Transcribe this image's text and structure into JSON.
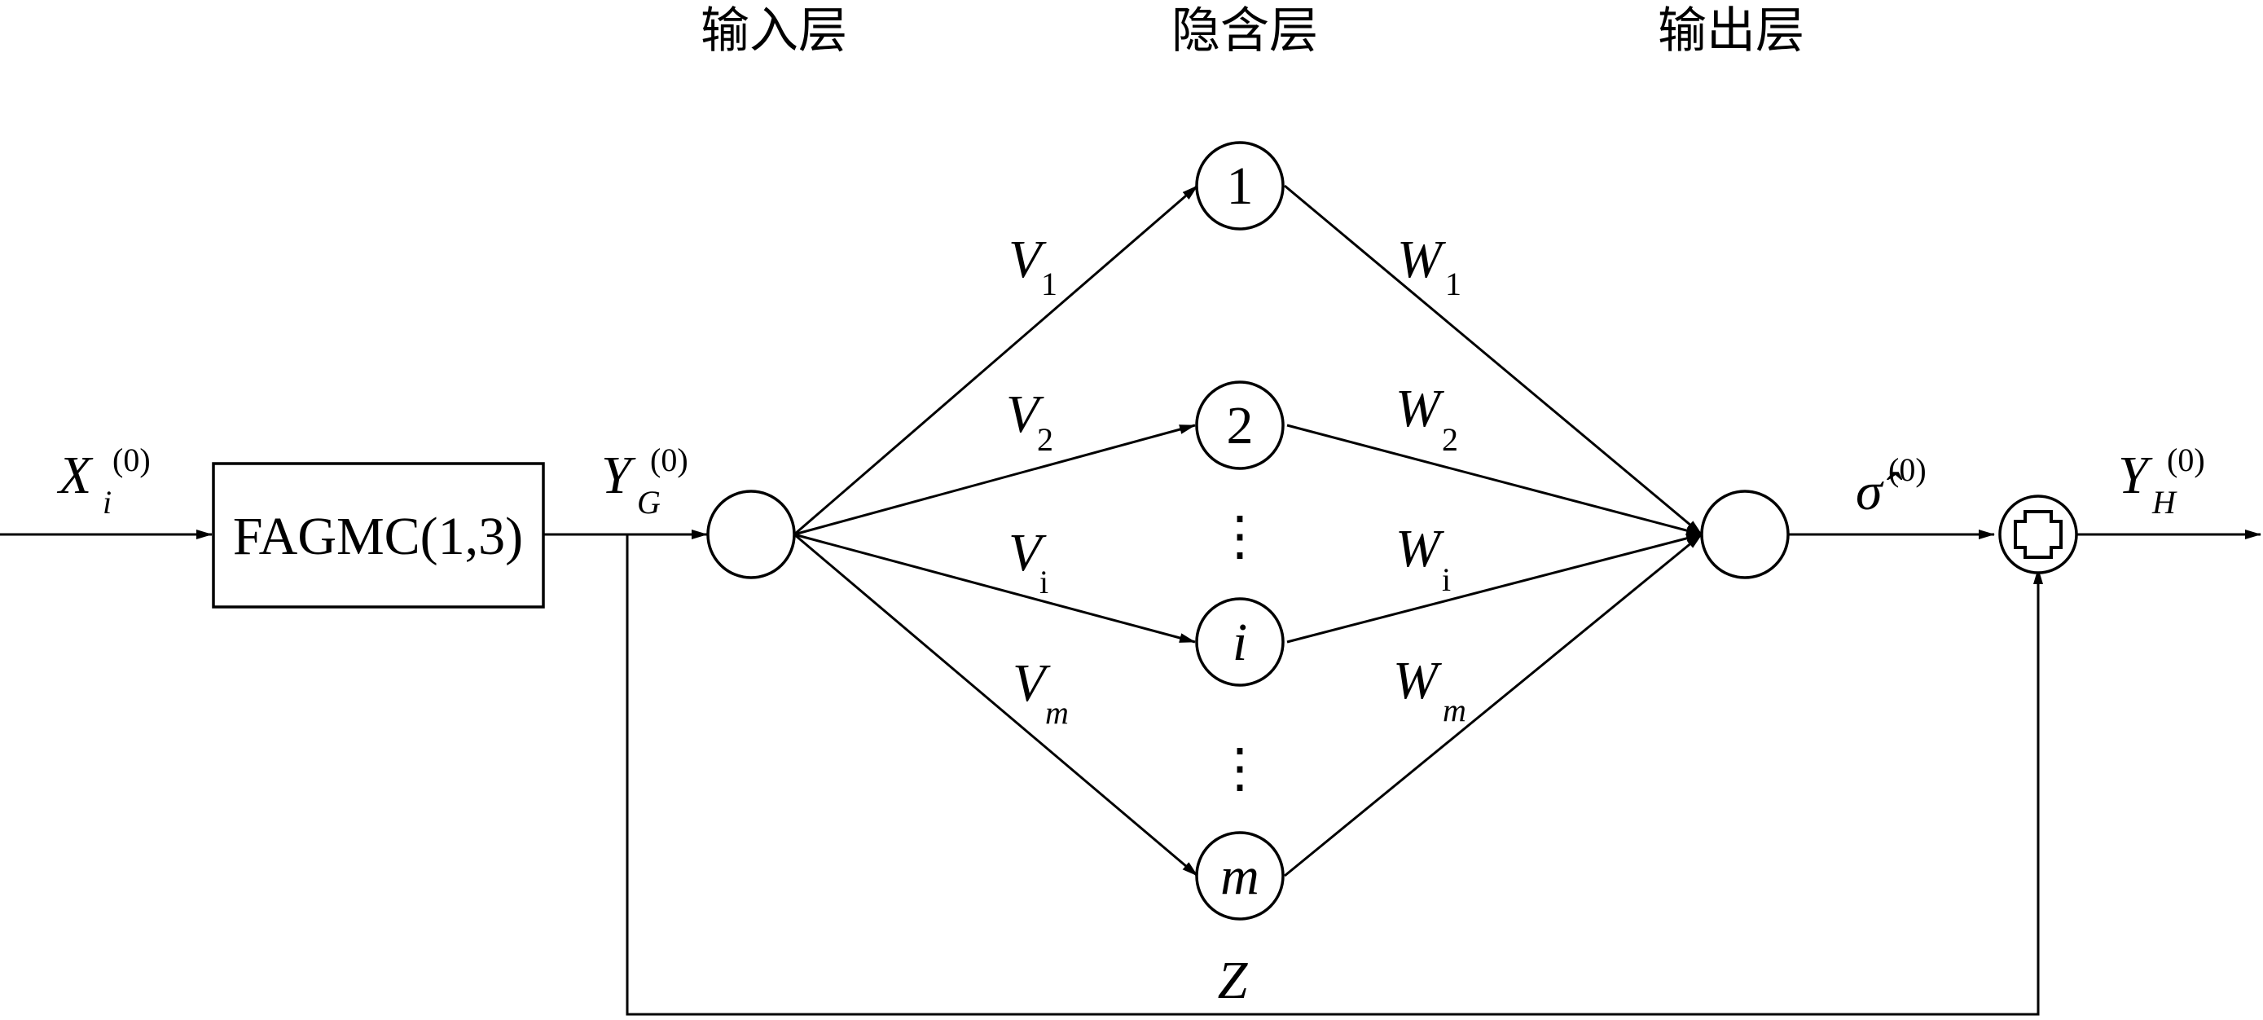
{
  "layers": {
    "input": "输入层",
    "hidden": "隐含层",
    "output": "输出层"
  },
  "block": {
    "label": "FAGMC(1,3)"
  },
  "signals": {
    "x_input": {
      "base": "X",
      "sub": "i",
      "sup": "(0)"
    },
    "y_g": {
      "base": "Y",
      "sub": "G",
      "sup": "(0)"
    },
    "sigma_hat": {
      "base": "σ̂",
      "sup": "(0)"
    },
    "y_h": {
      "base": "Y",
      "sub": "H",
      "sup": "(0)"
    },
    "z": "Z"
  },
  "hidden_nodes": [
    {
      "id": "n1",
      "label": "1"
    },
    {
      "id": "n2",
      "label": "2"
    },
    {
      "id": "ni",
      "label": "i"
    },
    {
      "id": "nm",
      "label": "m"
    }
  ],
  "ellipsis": "⋮",
  "input_weights": [
    {
      "base": "V",
      "sub": "1"
    },
    {
      "base": "V",
      "sub": "2"
    },
    {
      "base": "V",
      "sub": "i"
    },
    {
      "base": "V",
      "sub": "m"
    }
  ],
  "output_weights": [
    {
      "base": "W",
      "sub": "1"
    },
    {
      "base": "W",
      "sub": "2"
    },
    {
      "base": "W",
      "sub": "i"
    },
    {
      "base": "W",
      "sub": "m"
    }
  ],
  "summer": {
    "symbol": "+"
  }
}
